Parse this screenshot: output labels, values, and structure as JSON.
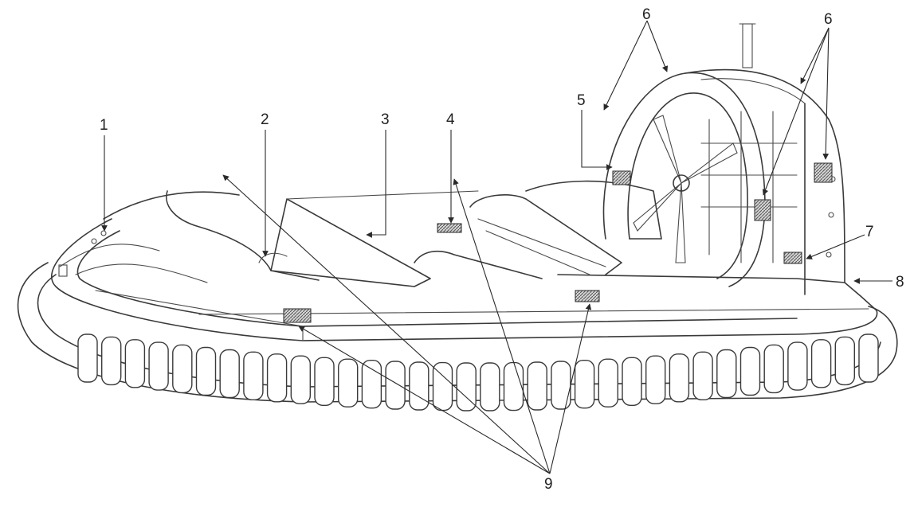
{
  "callouts": {
    "c1": "1",
    "c2": "2",
    "c3": "3",
    "c4": "4",
    "c5": "5",
    "c6a": "6",
    "c6b": "6",
    "c7": "7",
    "c8": "8",
    "c9": "9"
  },
  "colors": {
    "line": "#3a3a3a",
    "decal": "#8a8a8a",
    "background": "#ffffff"
  }
}
